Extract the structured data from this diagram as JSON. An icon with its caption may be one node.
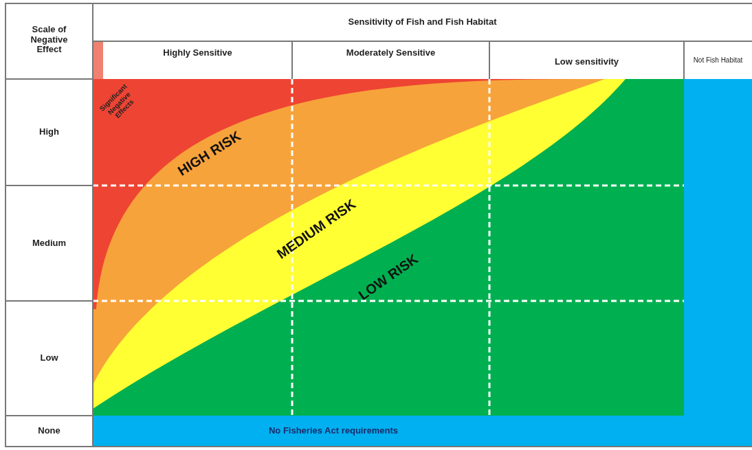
{
  "diagram": {
    "labels": [
      "Scale of Negative Effect",
      "Sensitivity of Fish and Fish Habitat",
      "Highly Sensitive",
      "Moderately Sensitive",
      "Low sensitivity",
      "Not Fish Habitat",
      "Significant Negative Effects",
      "High",
      "HIGH RISK",
      "MEDIUM RISK",
      "Medium",
      "LOW RISK",
      "Low",
      "None",
      "No Fisheries Act requirements"
    ]
  }
}
